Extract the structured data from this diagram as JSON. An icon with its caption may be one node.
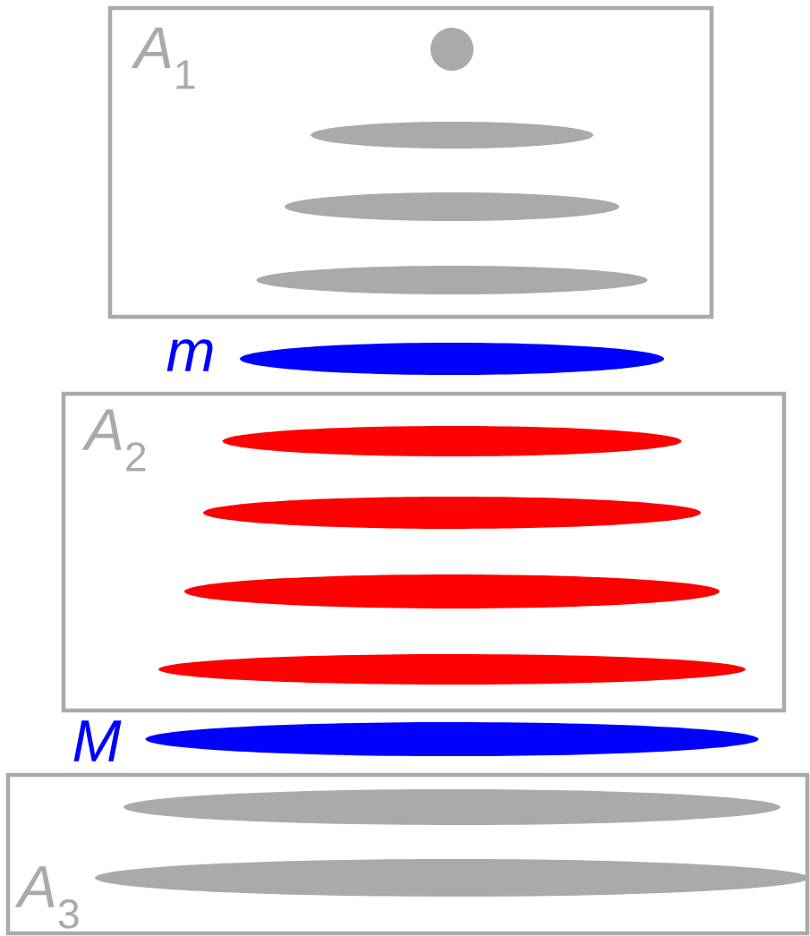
{
  "diagram": {
    "nodes": [
      {
        "text": [
          "*A*$_{1}$"
        ]
      },
      {
        "text": [],
        "shape": "circle",
        "in": 0
      },
      {
        "text": [],
        "shape": "ellipse",
        "in": 0
      },
      {
        "text": [],
        "shape": "ellipse",
        "in": 0
      },
      {
        "text": [],
        "shape": "ellipse",
        "in": 0
      },
      {
        "text": [
          "*m*"
        ]
      },
      {
        "text": [
          "*A*$_{2}$"
        ]
      },
      {
        "text": [],
        "shape": "ellipse",
        "in": 6
      },
      {
        "text": [],
        "shape": "ellipse",
        "in": 6
      },
      {
        "text": [],
        "shape": "ellipse",
        "in": 6
      },
      {
        "text": [],
        "shape": "ellipse",
        "in": 6
      },
      {
        "text": [
          "*M*"
        ]
      },
      {
        "text": [
          "*A*$_{3}$"
        ]
      },
      {
        "text": [],
        "shape": "ellipse",
        "in": 12
      },
      {
        "text": [],
        "shape": "ellipse",
        "in": 12
      }
    ]
  }
}
